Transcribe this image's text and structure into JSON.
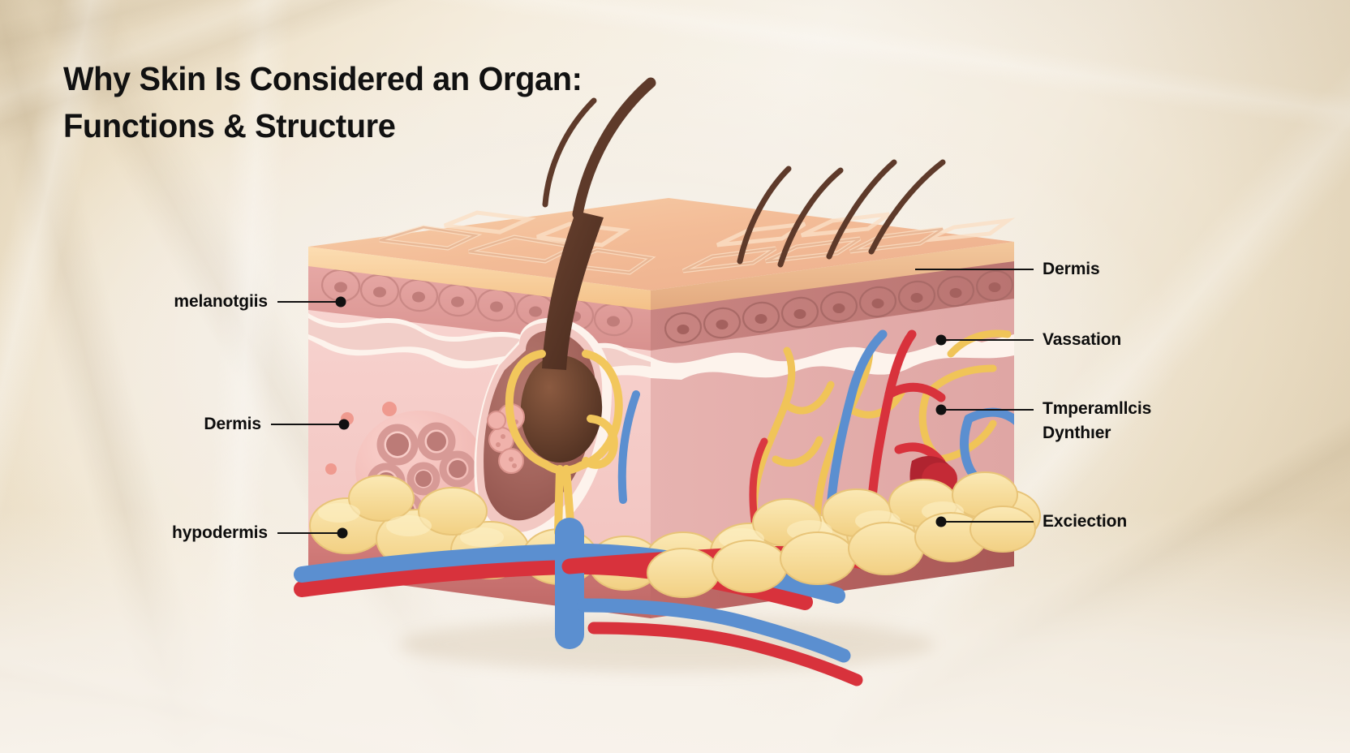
{
  "page": {
    "background_color": "#f3ece1",
    "title": "Why Skin Is Considered an Organ:\nFunctions & Structure",
    "title_color": "#111111"
  },
  "diagram": {
    "name": "skin-cross-section-3d-block",
    "description": "Three-dimensional cut-away block of human skin showing epidermis, dermis and hypodermis with a hair follicle, sweat gland, blood vessels and nerves",
    "colors": {
      "epidermis_top": "#f7c9a0",
      "epidermis_band": "#f9d3a8",
      "stratum_light": "#fbe6e0",
      "basal_layer": "#df9a97",
      "dermis_front": "#f6cfcb",
      "dermis_side": "#e8b4b1",
      "follicle_cavity": "#ab6a63",
      "hypodermis_fat": "#f7dd9a",
      "base_slab": "#c9706e",
      "artery_red": "#d8323c",
      "vein_blue": "#5b8fd0",
      "nerve_yellow": "#f2c75c",
      "hair_brown": "#5e3a2a"
    }
  },
  "labels": {
    "left": [
      {
        "id": "melanocytes",
        "text": "melanotgiis",
        "target": "basal-cell-layer"
      },
      {
        "id": "dermis-left",
        "text": "Dermis",
        "target": "sweat-gland"
      },
      {
        "id": "hypodermis",
        "text": "hypodermis",
        "target": "fat-lobule"
      }
    ],
    "right": [
      {
        "id": "dermis-right",
        "text": "Dermis",
        "target": "epidermis-edge"
      },
      {
        "id": "vassation",
        "text": "Vassation",
        "target": "capillary-plexus"
      },
      {
        "id": "temperature",
        "text": "Tmperamllcis\nDynthıer",
        "target": "nerve-network"
      },
      {
        "id": "excretion",
        "text": "Exciection",
        "target": "fat-layer"
      }
    ]
  }
}
